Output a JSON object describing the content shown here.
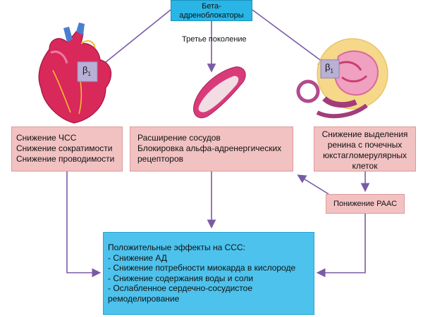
{
  "top_box": {
    "line1": "Бета-",
    "line2": "адреноблокаторы"
  },
  "third_generation": "Третье  поколение",
  "beta1_label": "β",
  "beta1_sub": "1",
  "left_box": {
    "lines": [
      "Снижение ЧСС",
      "Снижение сократимости",
      "Снижение проводимости"
    ]
  },
  "middle_box": {
    "lines": [
      "Расширение сосудов",
      "Блокировка альфа-адренергических",
      "рецепторов"
    ]
  },
  "right_box": {
    "lines": [
      "Снижение выделения",
      "ренина с почечных",
      "юкстагломерулярных",
      "клеток"
    ]
  },
  "raas_box": "Понижение РААС",
  "effects_box": {
    "lines": [
      "Положительные эффекты на ССС:",
      "- Снижение АД",
      "- Снижение потребности миокарда в кислороде",
      "- Снижение содержания воды и соли",
      "- Ослабленное сердечно-сосудистое",
      "ремоделирование"
    ]
  },
  "colors": {
    "blue_box": "#4dc2ec",
    "pink_box": "#f2c2c2",
    "arrow": "#7a5aa6"
  }
}
